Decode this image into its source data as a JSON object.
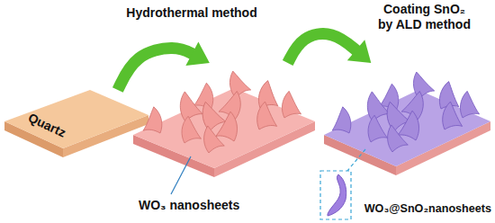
{
  "diagram": {
    "nodes": [
      {
        "text": [
          "Quartz"
        ]
      },
      {
        "text": [
          "WO₃ nanosheets"
        ]
      },
      {
        "text": [
          "WO₃@SnO₂nanosheets"
        ]
      }
    ],
    "edges": [
      {
        "from": 0,
        "to": 1,
        "arrow": "to",
        "label": "Hydrothermal method"
      },
      {
        "from": 1,
        "to": 2,
        "arrow": "to",
        "label": "Coating SnO₂ by ALD method"
      }
    ]
  }
}
